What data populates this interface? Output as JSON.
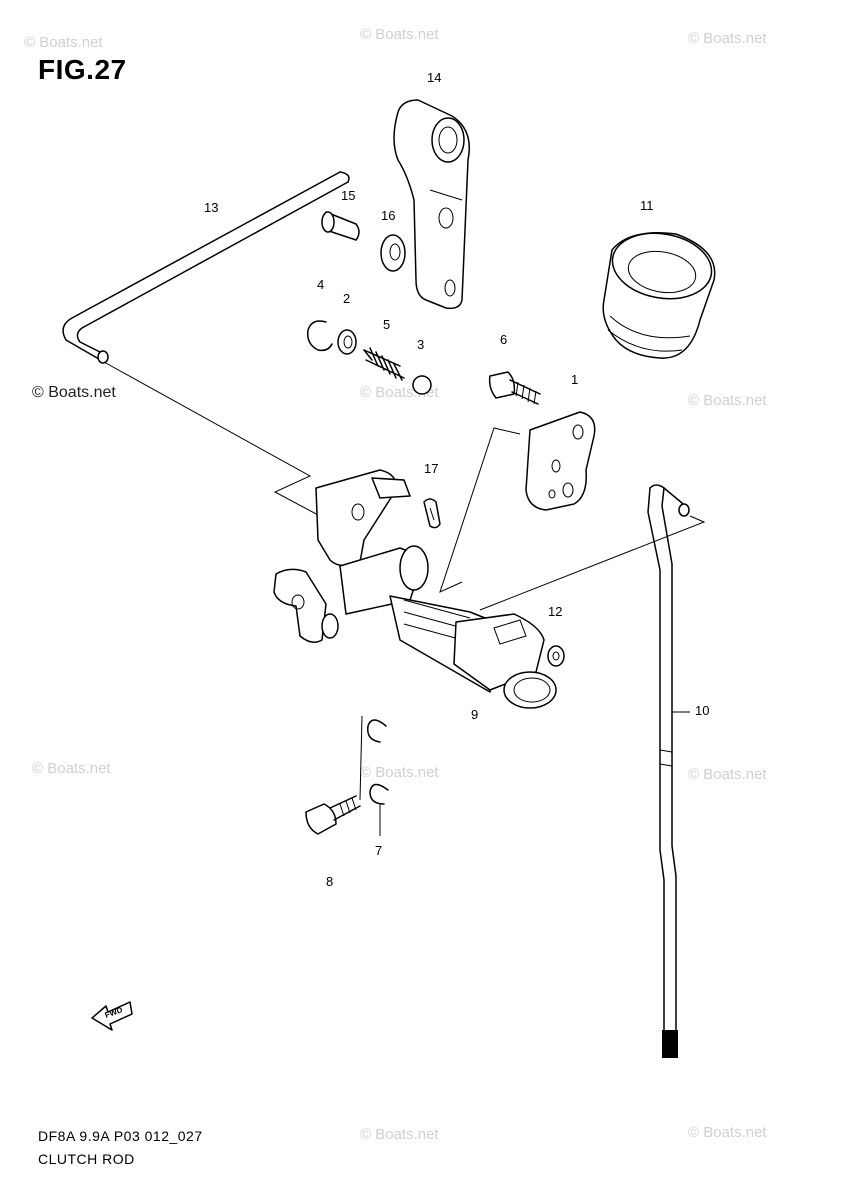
{
  "figure": {
    "title": "FIG.27",
    "code": "DF8A 9.9A P03 012_027",
    "name": "CLUTCH ROD"
  },
  "watermarks": {
    "primary": "© Boats.net",
    "light": "© Boats.net"
  },
  "callouts": [
    {
      "id": "14",
      "label": "14"
    },
    {
      "id": "13",
      "label": "13"
    },
    {
      "id": "15",
      "label": "15"
    },
    {
      "id": "16",
      "label": "16"
    },
    {
      "id": "11",
      "label": "11"
    },
    {
      "id": "4",
      "label": "4"
    },
    {
      "id": "2",
      "label": "2"
    },
    {
      "id": "5",
      "label": "5"
    },
    {
      "id": "3",
      "label": "3"
    },
    {
      "id": "6",
      "label": "6"
    },
    {
      "id": "1",
      "label": "1"
    },
    {
      "id": "17",
      "label": "17"
    },
    {
      "id": "12",
      "label": "12"
    },
    {
      "id": "9",
      "label": "9"
    },
    {
      "id": "10",
      "label": "10"
    },
    {
      "id": "7",
      "label": "7"
    },
    {
      "id": "8",
      "label": "8"
    }
  ],
  "icons": {
    "forward_arrow": "fwd-arrow-icon",
    "forward_arrow_label": "FWD"
  }
}
